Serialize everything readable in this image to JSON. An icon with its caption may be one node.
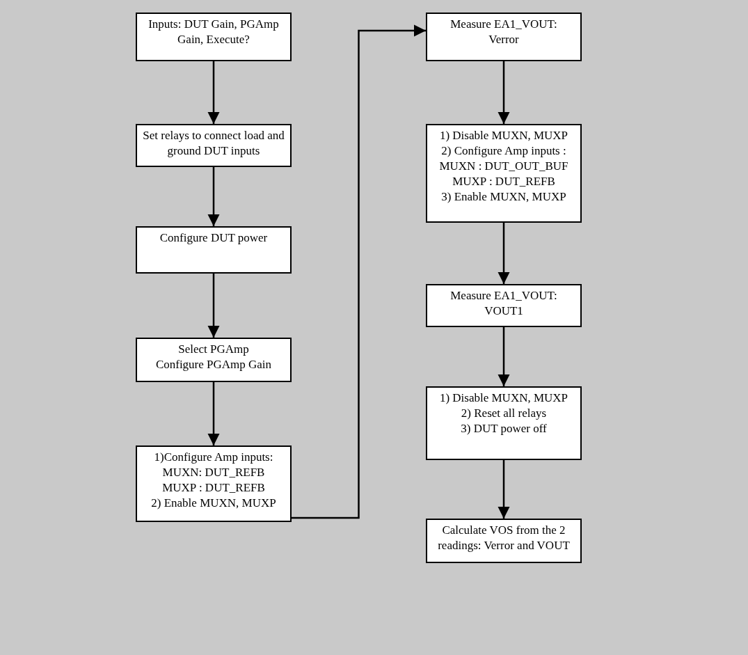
{
  "diagram": {
    "nodes": [
      {
        "text": [
          "Inputs: DUT Gain, PGAmp Gain, Execute?"
        ]
      },
      {
        "text": [
          "Set relays to connect load and ground DUT inputs"
        ]
      },
      {
        "text": [
          "Configure DUT power"
        ]
      },
      {
        "text": [
          "Select PGAmp",
          "Configure PGAmp Gain"
        ]
      },
      {
        "text": [
          "1)Configure Amp inputs:",
          "MUXN: DUT_REFB",
          "MUXP : DUT_REFB",
          "2) Enable MUXN, MUXP"
        ]
      },
      {
        "text": [
          "Measure EA1_VOUT:",
          "Verror"
        ]
      },
      {
        "text": [
          "1) Disable MUXN, MUXP",
          "2) Configure Amp inputs :",
          "MUXN : DUT_OUT_BUF",
          "MUXP : DUT_REFB",
          "3) Enable MUXN, MUXP"
        ]
      },
      {
        "text": [
          "Measure EA1_VOUT:",
          "VOUT1"
        ]
      },
      {
        "text": [
          "1) Disable MUXN, MUXP",
          "2) Reset all relays",
          "3) DUT power off"
        ]
      },
      {
        "text": [
          "Calculate VOS from the 2 readings: Verror and VOUT"
        ]
      }
    ],
    "edges": [
      {
        "from": 0,
        "to": 1,
        "arrow": "to"
      },
      {
        "from": 1,
        "to": 2,
        "arrow": "to"
      },
      {
        "from": 2,
        "to": 3,
        "arrow": "to"
      },
      {
        "from": 3,
        "to": 4,
        "arrow": "to"
      },
      {
        "from": 4,
        "to": 5,
        "arrow": "to"
      },
      {
        "from": 5,
        "to": 6,
        "arrow": "to"
      },
      {
        "from": 6,
        "to": 7,
        "arrow": "to"
      },
      {
        "from": 7,
        "to": 8,
        "arrow": "to"
      },
      {
        "from": 8,
        "to": 9,
        "arrow": "to"
      }
    ]
  }
}
